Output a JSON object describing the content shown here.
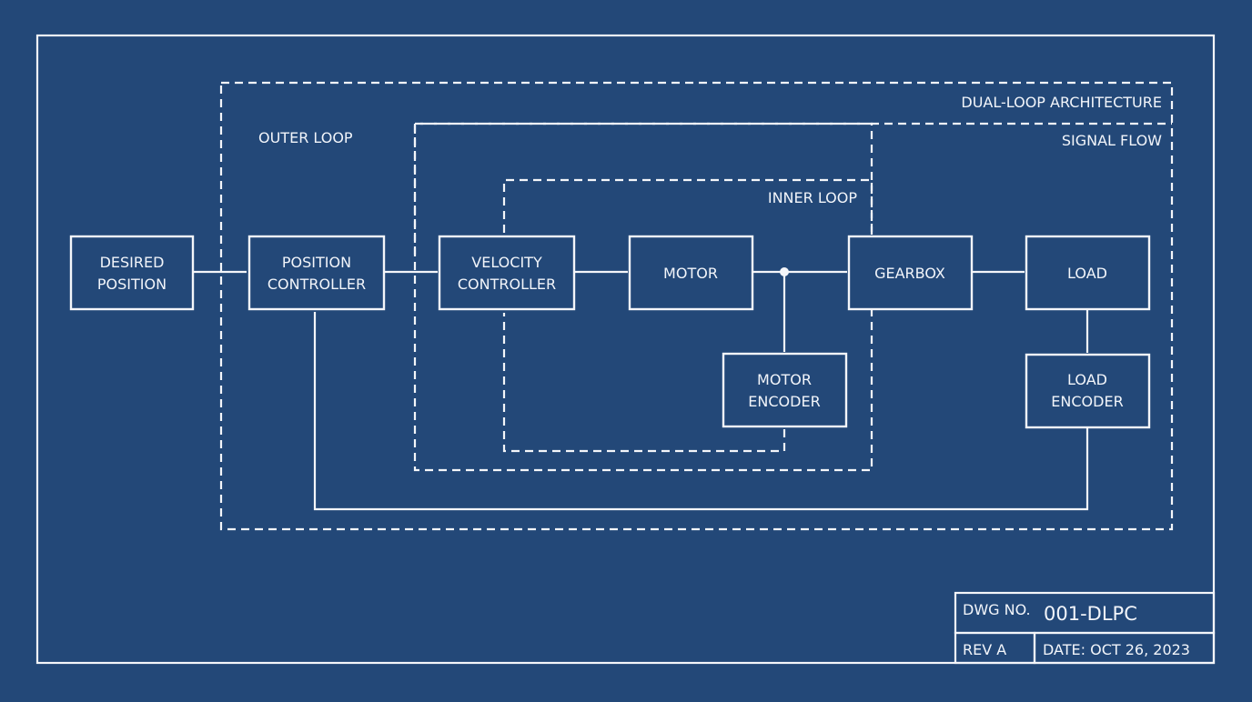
{
  "colors": {
    "background": "#234878",
    "ink": "#f4f6fa"
  },
  "regions": {
    "dual_loop": {
      "label": "DUAL-LOOP ARCHITECTURE"
    },
    "signal_flow": {
      "label": "SIGNAL FLOW"
    },
    "outer_loop": {
      "label": "OUTER LOOP"
    },
    "inner_loop": {
      "label": "INNER LOOP"
    }
  },
  "blocks": {
    "desired_position": {
      "lines": [
        "DESIRED",
        "POSITION"
      ]
    },
    "position_controller": {
      "lines": [
        "POSITION",
        "CONTROLLER"
      ]
    },
    "velocity_controller": {
      "lines": [
        "VELOCITY",
        "CONTROLLER"
      ]
    },
    "motor": {
      "lines": [
        "MOTOR"
      ]
    },
    "gearbox": {
      "lines": [
        "GEARBOX"
      ]
    },
    "load": {
      "lines": [
        "LOAD"
      ]
    },
    "motor_encoder": {
      "lines": [
        "MOTOR",
        "ENCODER"
      ]
    },
    "load_encoder": {
      "lines": [
        "LOAD",
        "ENCODER"
      ]
    }
  },
  "connections": [
    {
      "from": "desired_position",
      "to": "position_controller",
      "style": "solid"
    },
    {
      "from": "position_controller",
      "to": "velocity_controller",
      "style": "solid"
    },
    {
      "from": "velocity_controller",
      "to": "motor",
      "style": "solid"
    },
    {
      "from": "motor",
      "to": "gearbox",
      "style": "solid",
      "junction": true
    },
    {
      "from": "motor",
      "to": "motor_encoder",
      "style": "solid"
    },
    {
      "from": "gearbox",
      "to": "load",
      "style": "solid"
    },
    {
      "from": "load",
      "to": "load_encoder",
      "style": "solid"
    },
    {
      "from": "motor_encoder",
      "to": "velocity_controller",
      "style": "dashed",
      "kind": "inner feedback"
    },
    {
      "from": "load_encoder",
      "to": "position_controller",
      "style": "solid",
      "kind": "outer feedback"
    }
  ],
  "title_block": {
    "dwg_label": "DWG NO.",
    "dwg_value": "001-DLPC",
    "rev": "REV A",
    "date": "DATE: OCT 26, 2023"
  }
}
